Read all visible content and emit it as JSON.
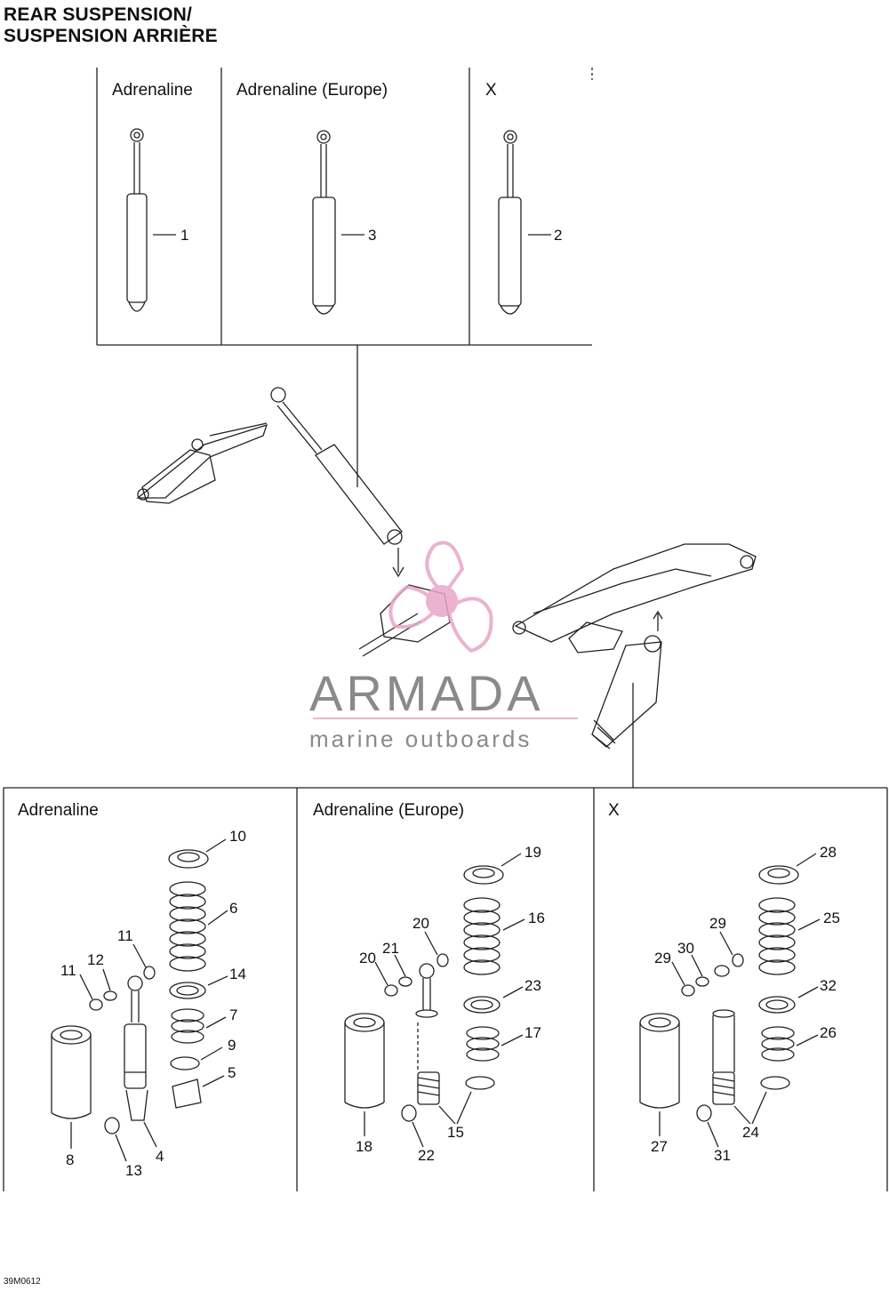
{
  "title": {
    "line1": "REAR SUSPENSION/",
    "line2": "SUSPENSION ARRIÈRE"
  },
  "top_panels": [
    {
      "label": "Adrenaline",
      "callout": "1"
    },
    {
      "label": "Adrenaline (Europe)",
      "callout": "3"
    },
    {
      "label": "X",
      "callout": "2"
    }
  ],
  "bottom_panels": [
    {
      "label": "Adrenaline",
      "callouts": [
        "10",
        "6",
        "11",
        "11",
        "12",
        "14",
        "7",
        "9",
        "5",
        "8",
        "13",
        "4"
      ]
    },
    {
      "label": "Adrenaline (Europe)",
      "callouts": [
        "19",
        "16",
        "20",
        "20",
        "21",
        "23",
        "17",
        "18",
        "22",
        "15"
      ]
    },
    {
      "label": "X",
      "callouts": [
        "28",
        "25",
        "29",
        "29",
        "30",
        "32",
        "26",
        "27",
        "31",
        "24"
      ]
    }
  ],
  "watermark": {
    "brand": "ARMADA",
    "tagline": "marine outboards",
    "color": "#e8a6c8"
  },
  "drawing_code": "39M0612"
}
